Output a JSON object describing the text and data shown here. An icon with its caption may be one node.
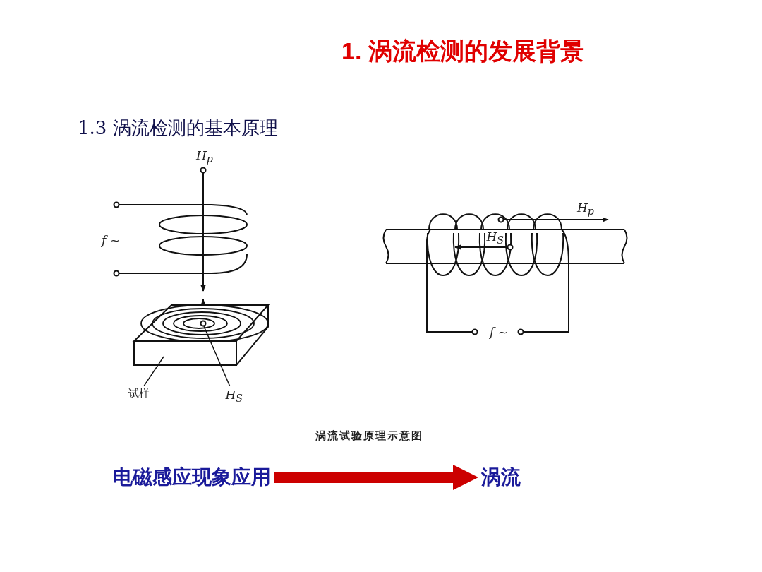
{
  "diagram": {
    "title": "1. 涡流检测的发展背景",
    "caption": "涡流试验原理示意图",
    "nodes": [
      {
        "text": [],
        "shape": "box"
      },
      {
        "text": [
          "试样"
        ]
      },
      {
        "text": [
          "H$_{S}$"
        ]
      },
      {
        "text": [
          "电磁感应现象应用"
        ]
      },
      {
        "text": [
          "涡流"
        ]
      }
    ],
    "edges": [
      {
        "from": 1,
        "to": 0,
        "arrow": "none"
      },
      {
        "from": 2,
        "to": 0,
        "arrow": "none"
      },
      {
        "from": 3,
        "to": 4,
        "arrow": "to",
        "style": "thick",
        "color": "#cc0000"
      }
    ],
    "labels": [
      "1.3 涡流检测的基本原理",
      "H$_{p}$",
      "f ~",
      "H$_{p}$",
      "H$_{S}$",
      "f ~"
    ]
  }
}
